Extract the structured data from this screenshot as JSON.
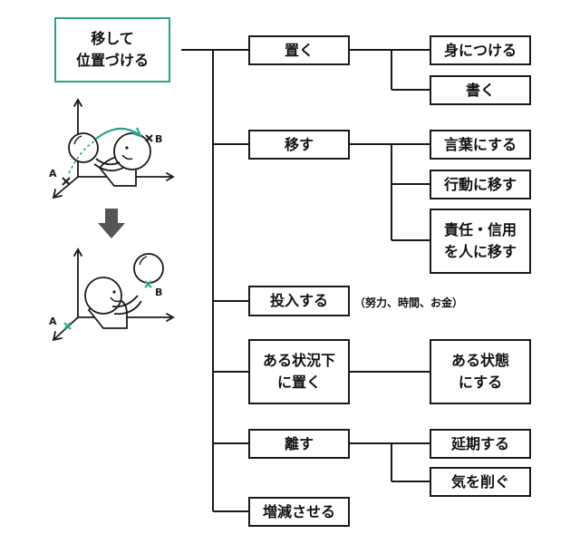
{
  "root": {
    "label": "移して\n位置づける"
  },
  "branches": [
    {
      "label": "置く",
      "children": [
        {
          "label": "身につける"
        },
        {
          "label": "書く"
        }
      ]
    },
    {
      "label": "移す",
      "children": [
        {
          "label": "言葉にする"
        },
        {
          "label": "行動に移す"
        },
        {
          "label": "責任・信用\nを人に移す"
        }
      ]
    },
    {
      "label": "投入する",
      "note": "（努力、時間、お金）"
    },
    {
      "label": "ある状況下\nに置く",
      "children": [
        {
          "label": "ある状態\nにする"
        }
      ]
    },
    {
      "label": "離す",
      "children": [
        {
          "label": "延期する"
        },
        {
          "label": "気を削ぐ"
        }
      ]
    },
    {
      "label": "増減させる"
    }
  ],
  "illustration": {
    "before_label_a": "A",
    "before_label_b": "B",
    "after_label_a": "A",
    "after_label_b": "B"
  },
  "colors": {
    "accent": "#2aa38a",
    "line": "#1a1a1a",
    "arrow": "#555555"
  }
}
